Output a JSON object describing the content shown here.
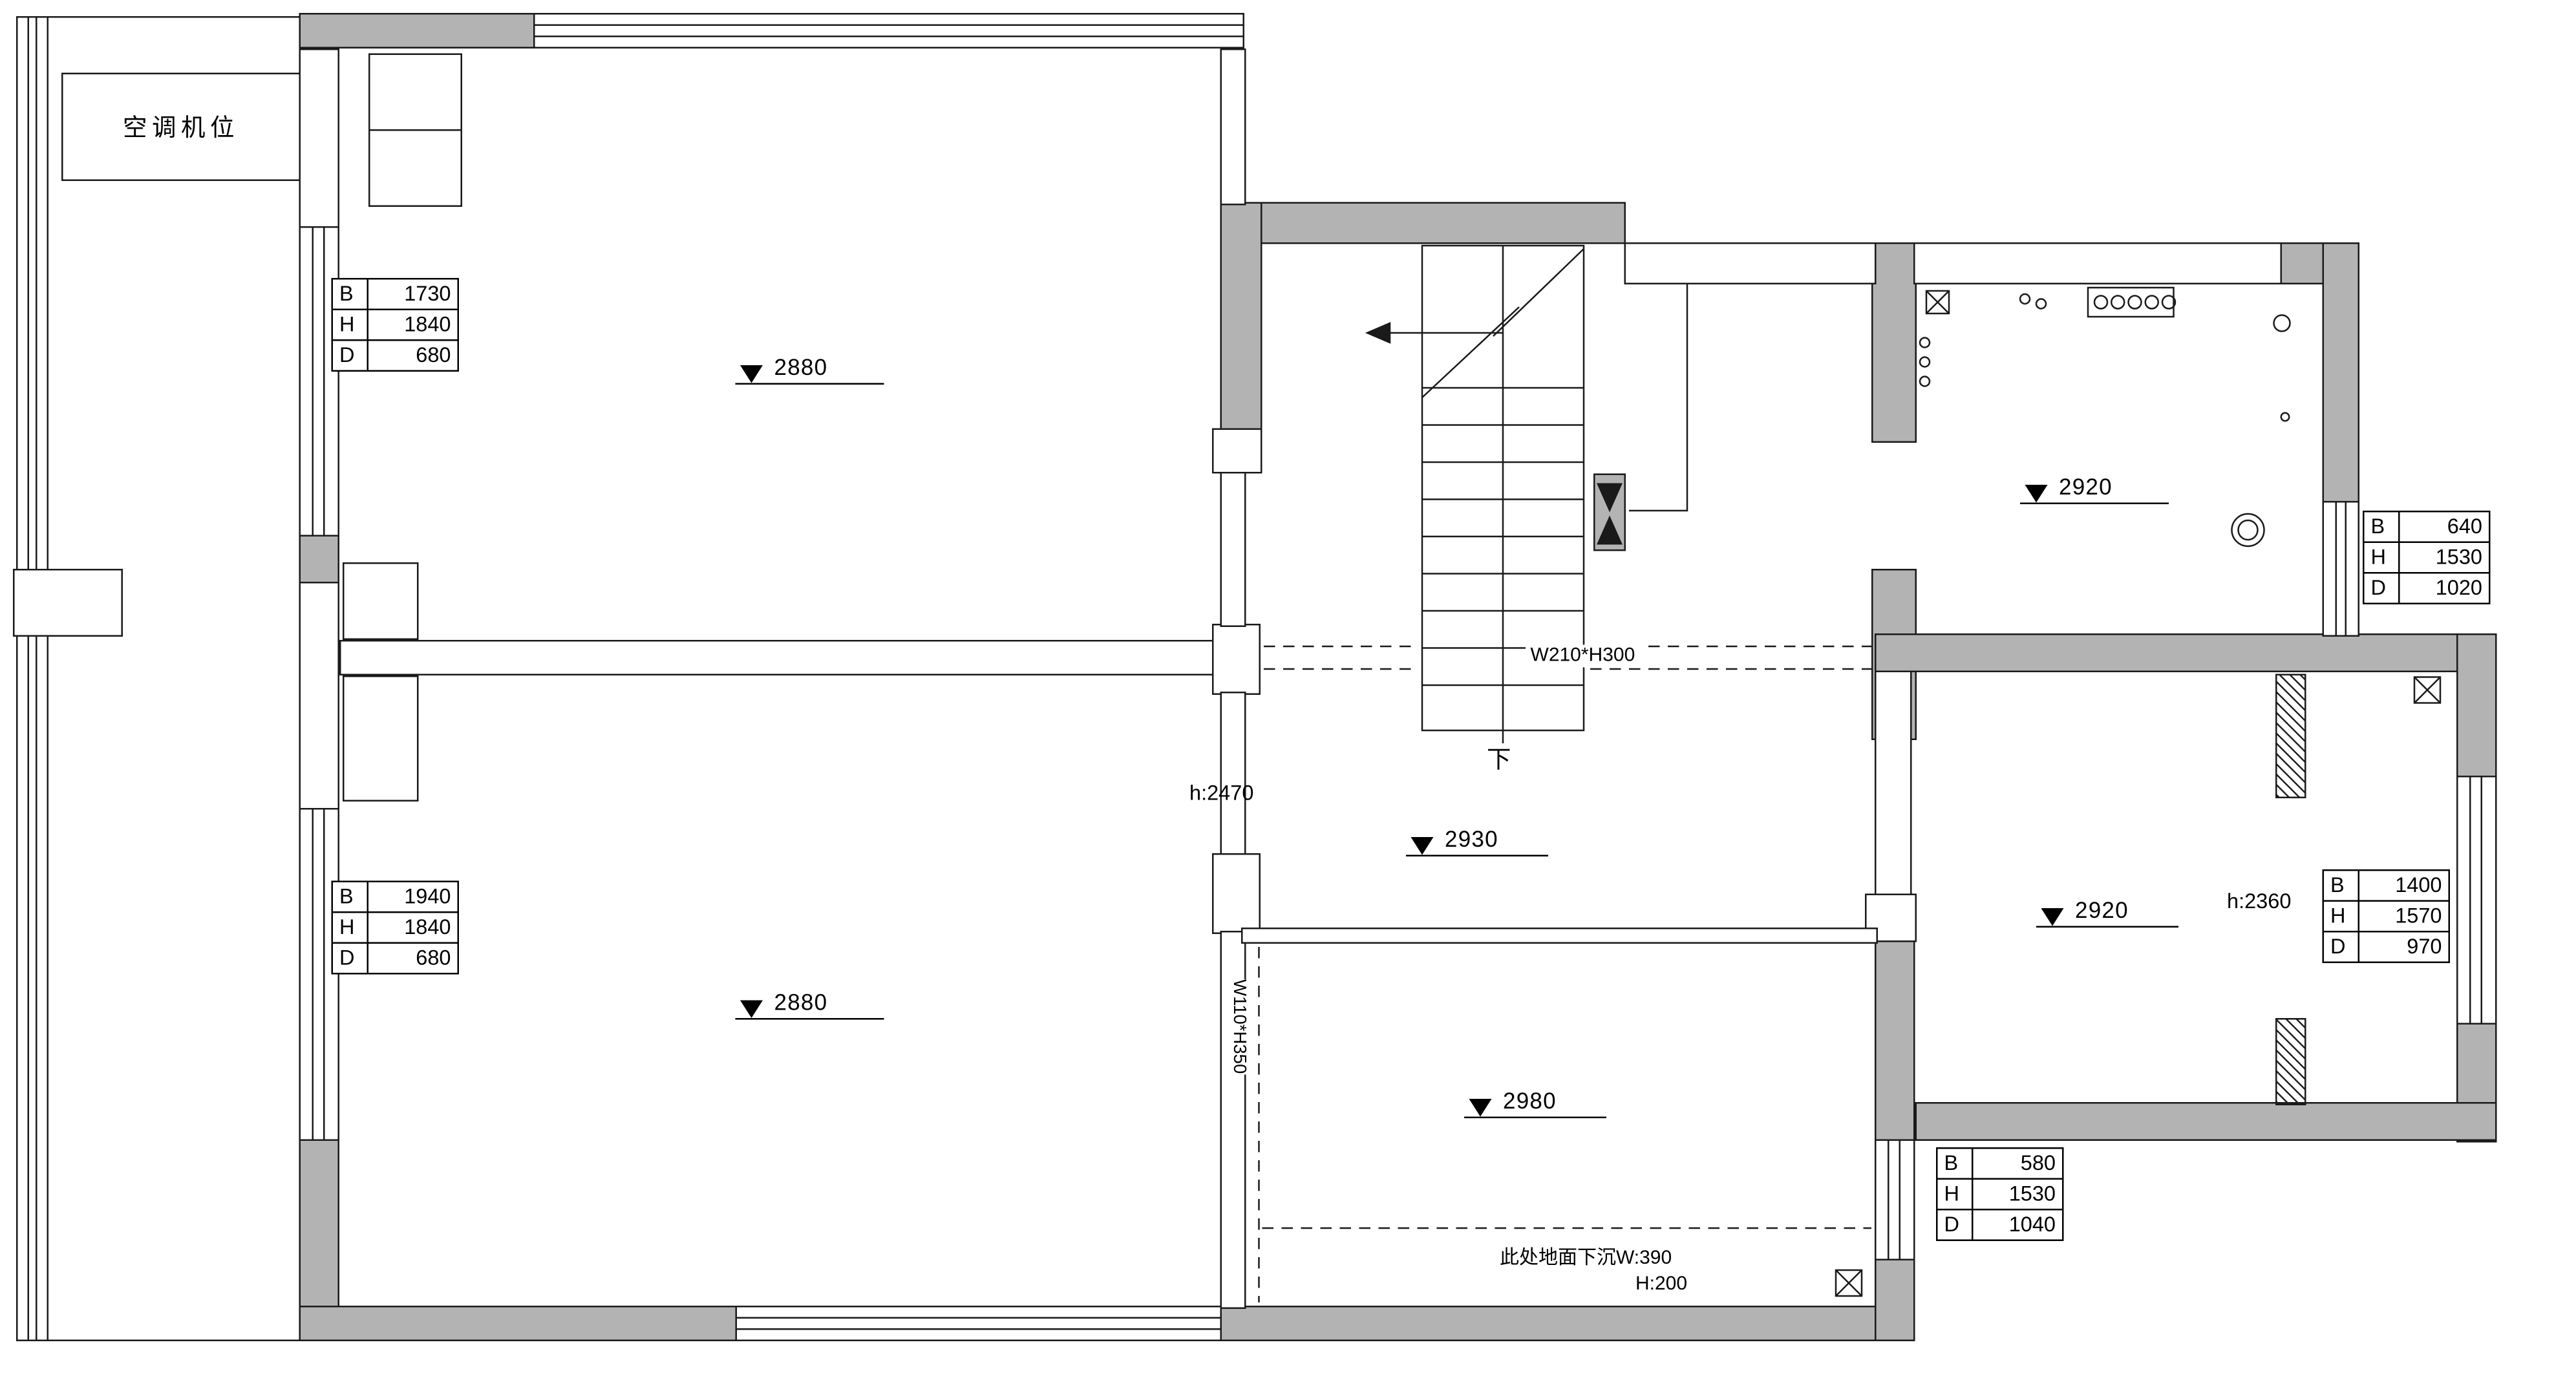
{
  "labels": {
    "ac_unit": "空调机位",
    "stair_down": "下",
    "corridor_height": "h:2470",
    "right_room_height": "h:2360",
    "beam_over_corridor": "W210*H300",
    "beam_over_sunken": "W110*H350",
    "sunken_note_1": "此处地面下沉W:390",
    "sunken_note_2": "H:200"
  },
  "level_markers": [
    {
      "value": "2880"
    },
    {
      "value": "2880"
    },
    {
      "value": "2920"
    },
    {
      "value": "2930"
    },
    {
      "value": "2920"
    },
    {
      "value": "2980"
    }
  ],
  "dim_tables": [
    {
      "rows": [
        [
          "B",
          "1730"
        ],
        [
          "H",
          "1840"
        ],
        [
          "D",
          "680"
        ]
      ]
    },
    {
      "rows": [
        [
          "B",
          "1940"
        ],
        [
          "H",
          "1840"
        ],
        [
          "D",
          "680"
        ]
      ]
    },
    {
      "rows": [
        [
          "B",
          "640"
        ],
        [
          "H",
          "1530"
        ],
        [
          "D",
          "1020"
        ]
      ]
    },
    {
      "rows": [
        [
          "B",
          "1400"
        ],
        [
          "H",
          "1570"
        ],
        [
          "D",
          "970"
        ]
      ]
    },
    {
      "rows": [
        [
          "B",
          "580"
        ],
        [
          "H",
          "1530"
        ],
        [
          "D",
          "1040"
        ]
      ]
    }
  ]
}
